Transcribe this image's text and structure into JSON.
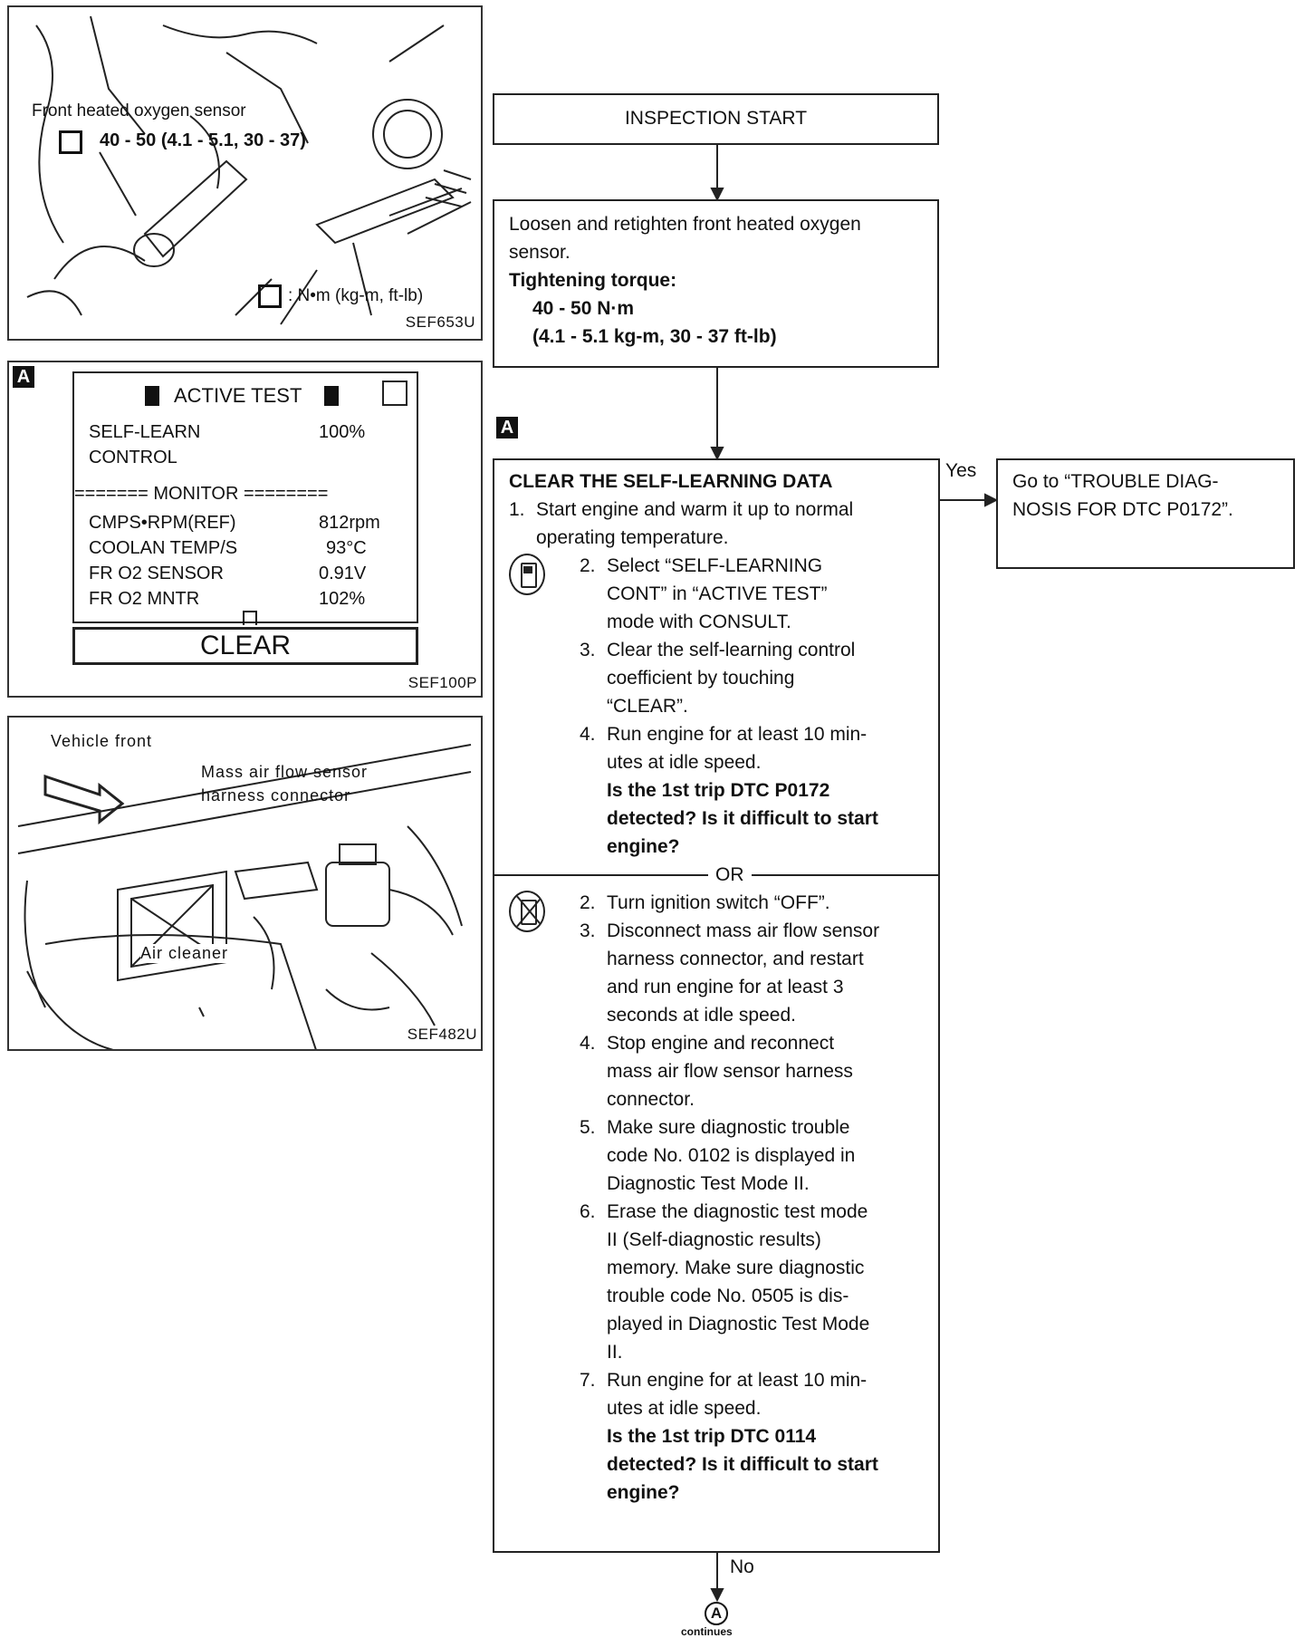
{
  "figures": {
    "fig1": {
      "label_sensor": "Front heated oxygen sensor",
      "torque_spec": "40 - 50 (4.1 - 5.1, 30 - 37)",
      "unit_note": ": N•m (kg-m, ft-lb)",
      "code": "SEF653U"
    },
    "fig2": {
      "marker": "A",
      "header": "ACTIVE TEST",
      "row1_label": "SELF-LEARN",
      "row1_label2": "CONTROL",
      "row1_value": "100%",
      "monitor": "======= MONITOR ========",
      "rows": [
        {
          "label": "CMPS•RPM(REF)",
          "value": "812rpm"
        },
        {
          "label": "COOLAN TEMP/S",
          "value": "93°C"
        },
        {
          "label": "FR O2 SENSOR",
          "value": "0.91V"
        },
        {
          "label": "FR O2 MNTR",
          "value": "102%"
        }
      ],
      "clear_button": "CLEAR",
      "code": "SEF100P"
    },
    "fig3": {
      "vehicle_front": "Vehicle front",
      "maf_label_1": "Mass air flow sensor",
      "maf_label_2": "harness connector",
      "air_cleaner": "Air cleaner",
      "code": "SEF482U"
    }
  },
  "flow": {
    "start": "INSPECTION START",
    "step1_line1": "Loosen and retighten front heated oxygen",
    "step1_line2": "sensor.",
    "step1_torque_label": "Tightening torque:",
    "step1_torque_nm": "40 - 50 N·m",
    "step1_torque_alt": "(4.1 - 5.1 kg-m, 30 - 37 ft-lb)",
    "marker_a": "A",
    "clear": {
      "title": "CLEAR THE SELF-LEARNING DATA",
      "s1_n": "1.",
      "s1_a": "Start engine and warm it up to normal",
      "s1_b": "operating temperature.",
      "consult_steps": [
        {
          "n": "2.",
          "lines": [
            "Select “SELF-LEARNING",
            "CONT” in “ACTIVE TEST”",
            "mode with CONSULT."
          ]
        },
        {
          "n": "3.",
          "lines": [
            "Clear the self-learning control",
            "coefficient by touching",
            "“CLEAR”."
          ]
        },
        {
          "n": "4.",
          "lines": [
            "Run engine for at least 10 min-",
            "utes at idle speed."
          ]
        }
      ],
      "q1": [
        "Is the 1st trip DTC P0172",
        "detected? Is it difficult to start",
        "engine?"
      ],
      "or": "OR",
      "no_tools_steps": [
        {
          "n": "2.",
          "lines": [
            "Turn ignition switch “OFF”."
          ]
        },
        {
          "n": "3.",
          "lines": [
            "Disconnect mass air flow sensor",
            "harness connector, and restart",
            "and run engine for at least 3",
            "seconds at idle speed."
          ]
        },
        {
          "n": "4.",
          "lines": [
            "Stop engine and reconnect",
            "mass air flow sensor harness",
            "connector."
          ]
        },
        {
          "n": "5.",
          "lines": [
            "Make sure diagnostic trouble",
            "code No. 0102 is displayed in",
            "Diagnostic Test Mode II."
          ]
        },
        {
          "n": "6.",
          "lines": [
            "Erase the diagnostic test mode",
            "II (Self-diagnostic results)",
            "memory. Make sure diagnostic",
            "trouble code No. 0505 is dis-",
            "played in Diagnostic Test Mode",
            "II."
          ]
        },
        {
          "n": "7.",
          "lines": [
            "Run engine for at least 10 min-",
            "utes at idle speed."
          ]
        }
      ],
      "q2": [
        "Is the 1st trip DTC 0114",
        "detected? Is it difficult to start",
        "engine?"
      ]
    },
    "yes_label": "Yes",
    "yes_target_1": "Go to “TROUBLE DIAG-",
    "yes_target_2": "NOSIS FOR DTC P0172”.",
    "no_label": "No",
    "connector": "A",
    "continues": "continues"
  },
  "icons": {
    "torque": "torque-wrench-icon",
    "consult": "consult-tester-icon",
    "no_tools": "no-tools-icon"
  }
}
